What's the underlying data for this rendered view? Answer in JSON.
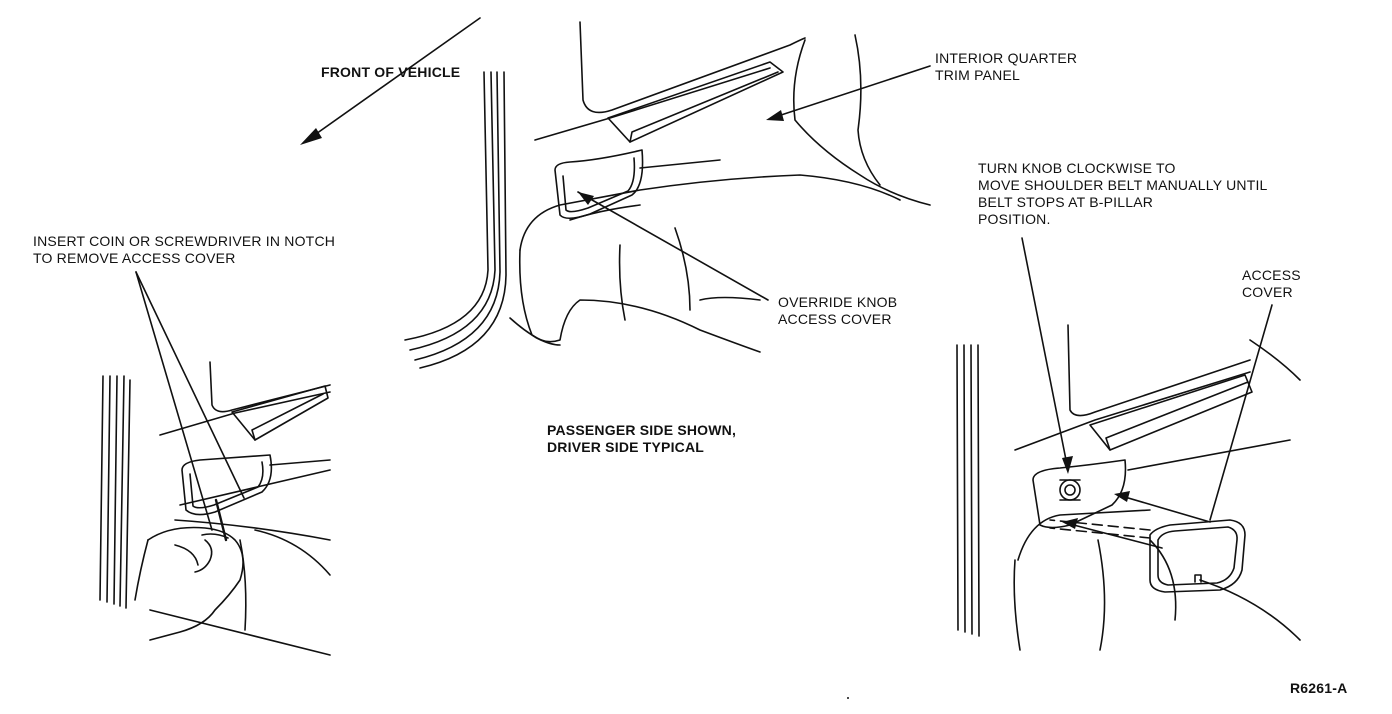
{
  "labels": {
    "front_of_vehicle": "FRONT OF VEHICLE",
    "interior_quarter_trim_panel": [
      "INTERIOR QUARTER",
      "TRIM PANEL"
    ],
    "insert_coin": [
      "INSERT COIN OR SCREWDRIVER IN NOTCH",
      "TO REMOVE ACCESS COVER"
    ],
    "override_knob_access_cover": [
      "OVERRIDE KNOB",
      "ACCESS COVER"
    ],
    "turn_knob": [
      "TURN KNOB CLOCKWISE TO",
      "MOVE SHOULDER BELT MANUALLY UNTIL",
      "BELT STOPS AT B-PILLAR",
      "POSITION."
    ],
    "access_cover": [
      "ACCESS",
      "COVER"
    ],
    "passenger_side": [
      "PASSENGER SIDE SHOWN,",
      "DRIVER SIDE TYPICAL"
    ],
    "figure_code": "R6261-A"
  },
  "colors": {
    "ink": "#111111",
    "background": "#ffffff"
  }
}
